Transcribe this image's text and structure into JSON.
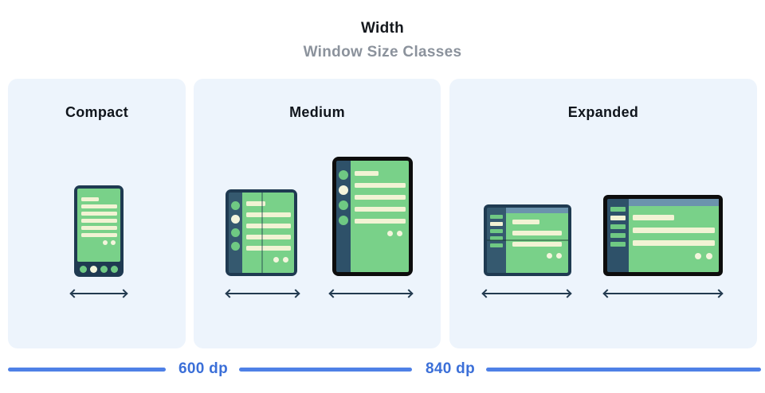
{
  "header": {
    "title": "Width",
    "subtitle": "Window Size Classes"
  },
  "panels": [
    {
      "id": "compact",
      "label": "Compact"
    },
    {
      "id": "medium",
      "label": "Medium"
    },
    {
      "id": "expanded",
      "label": "Expanded"
    }
  ],
  "ruler": {
    "breakpoints": [
      {
        "label": "600 dp"
      },
      {
        "label": "840 dp"
      }
    ]
  },
  "colors": {
    "accent_blue_line": "#4e80e6",
    "accent_blue_text": "#3b6fd8",
    "panel_background": "#edf4fc",
    "device_frame_navy": "#1f3a51",
    "device_frame_black": "#0d0d0d",
    "device_rail_navy": "#35596f",
    "screen_green": "#79d189",
    "content_cream": "#f2f3d4",
    "topbar_blue_gray": "#6b93ad",
    "arrow_navy": "#223a4f"
  }
}
